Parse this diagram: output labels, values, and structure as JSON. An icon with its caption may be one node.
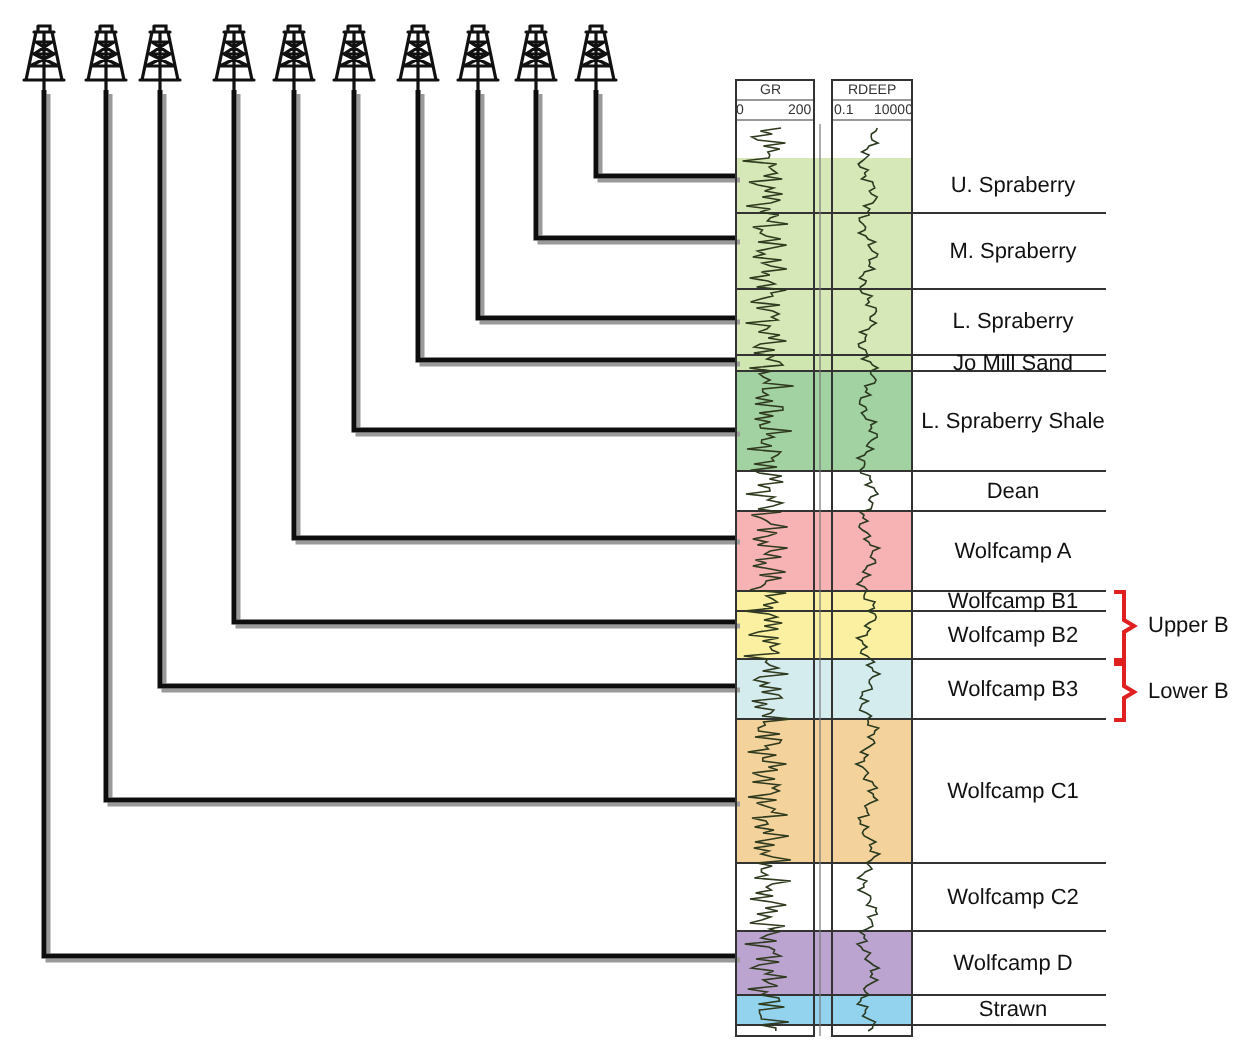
{
  "diagram": {
    "nodes": [
      {
        "text": [],
        "shape": "derrick"
      },
      {
        "text": [],
        "shape": "derrick"
      },
      {
        "text": [],
        "shape": "derrick"
      },
      {
        "text": [],
        "shape": "derrick"
      },
      {
        "text": [],
        "shape": "derrick"
      },
      {
        "text": [],
        "shape": "derrick"
      },
      {
        "text": [],
        "shape": "derrick"
      },
      {
        "text": [],
        "shape": "derrick"
      },
      {
        "text": [],
        "shape": "derrick"
      },
      {
        "text": [],
        "shape": "derrick"
      },
      {
        "text": [
          "U. Spraberry"
        ]
      },
      {
        "text": [
          "M. Spraberry"
        ]
      },
      {
        "text": [
          "L. Spraberry"
        ]
      },
      {
        "text": [
          "Jo Mill Sand"
        ]
      },
      {
        "text": [
          "L. Spraberry Shale"
        ]
      },
      {
        "text": [
          "Dean"
        ]
      },
      {
        "text": [
          "Wolfcamp A"
        ]
      },
      {
        "text": [
          "Wolfcamp B1"
        ]
      },
      {
        "text": [
          "Wolfcamp B2"
        ]
      },
      {
        "text": [
          "Wolfcamp B3"
        ]
      },
      {
        "text": [
          "Wolfcamp C1"
        ]
      },
      {
        "text": [
          "Wolfcamp C2"
        ]
      },
      {
        "text": [
          "Wolfcamp D"
        ]
      },
      {
        "text": [
          "Strawn"
        ]
      }
    ],
    "edges": [
      {
        "from": 0,
        "to": 22,
        "arrow": "none"
      },
      {
        "from": 1,
        "to": 20,
        "arrow": "none"
      },
      {
        "from": 2,
        "to": 19,
        "arrow": "none"
      },
      {
        "from": 3,
        "to": 18,
        "arrow": "none"
      },
      {
        "from": 4,
        "to": 16,
        "arrow": "none"
      },
      {
        "from": 5,
        "to": 14,
        "arrow": "none"
      },
      {
        "from": 6,
        "to": 13,
        "arrow": "none"
      },
      {
        "from": 7,
        "to": 12,
        "arrow": "none"
      },
      {
        "from": 8,
        "to": 11,
        "arrow": "none"
      },
      {
        "from": 9,
        "to": 10,
        "arrow": "none"
      }
    ],
    "labels": [
      "GR",
      "0",
      "200",
      "RDEEP",
      "0.1",
      "10000",
      "Upper B",
      "Lower B"
    ]
  }
}
